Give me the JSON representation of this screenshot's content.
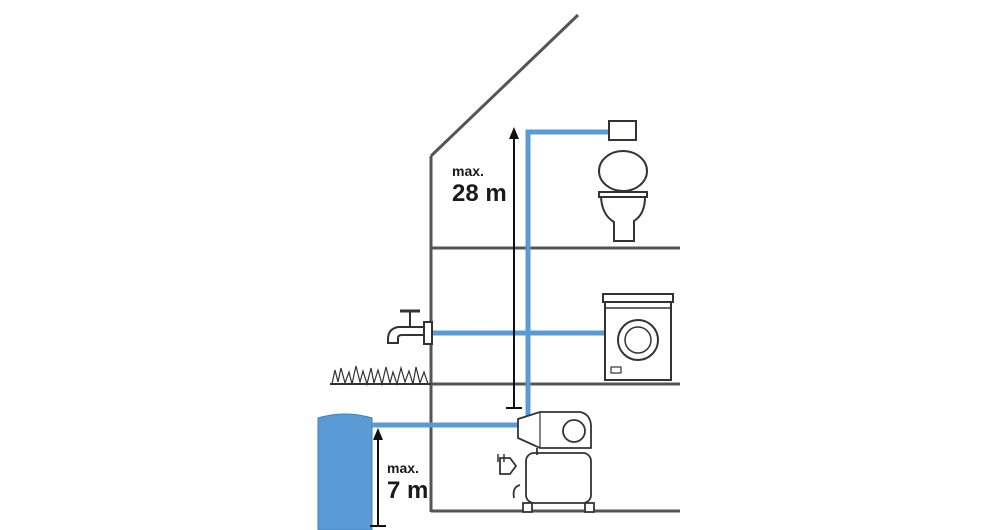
{
  "heights": {
    "upper": {
      "prefix": "max.",
      "value": "28 m"
    },
    "lower": {
      "prefix": "max.",
      "value": "7 m"
    }
  },
  "colors": {
    "structure": "#555555",
    "pipe": "#5b9bd5",
    "water": "#5b9bd5",
    "water_edge": "#3f7fba",
    "outline": "#333333",
    "label": "#1a1a1a"
  },
  "fixtures": [
    "toilet-icon",
    "washing-machine-icon",
    "garden-tap-icon",
    "pump-with-pressure-tank-icon",
    "grass-icon",
    "water-source-icon"
  ]
}
